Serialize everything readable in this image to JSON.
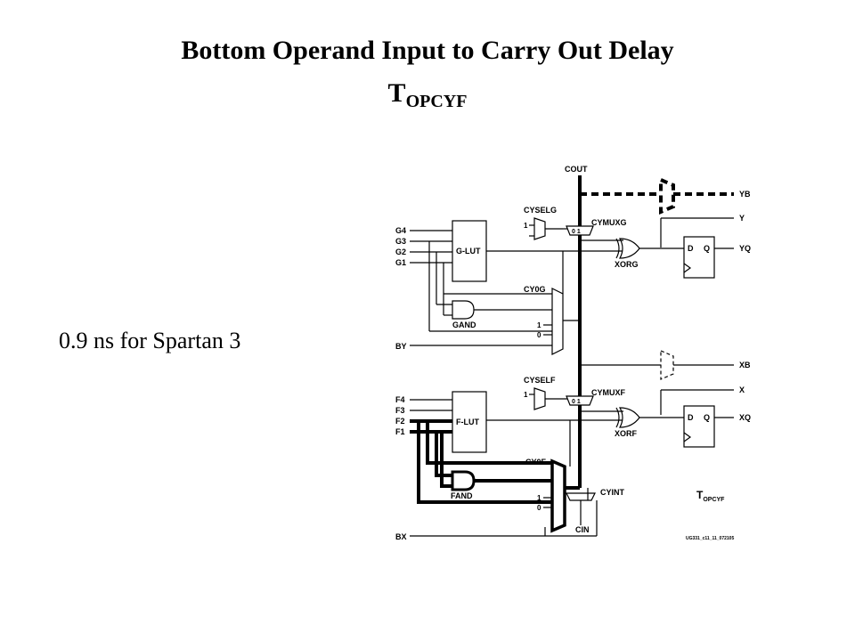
{
  "slide": {
    "title_line1": "Bottom Operand Input to Carry Out Delay",
    "title_line2_main": "T",
    "title_line2_sub": "OPCYF",
    "body": "0.9 ns for Spartan 3"
  },
  "diagram": {
    "cout": "COUT",
    "yb": "YB",
    "y": "Y",
    "yq": "YQ",
    "xb": "XB",
    "x": "X",
    "xq": "XQ",
    "g4": "G4",
    "g3": "G3",
    "g2": "G2",
    "g1": "G1",
    "f4": "F4",
    "f3": "F3",
    "f2": "F2",
    "f1": "F1",
    "by": "BY",
    "bx": "BX",
    "glut": "G-LUT",
    "flut": "F-LUT",
    "cyselg": "CYSELG",
    "cyself": "CYSELF",
    "cymuxg": "CYMUXG",
    "cymuxf": "CYMUXF",
    "xorg": "XORG",
    "xorf": "XORF",
    "cy0g": "CY0G",
    "cy0f": "CY0F",
    "gand": "GAND",
    "fand": "FAND",
    "cyint": "CYINT",
    "cin": "CIN",
    "d": "D",
    "q": "Q",
    "one": "1",
    "zero": "0",
    "mux01": "0 1",
    "tlabel_main": "T",
    "tlabel_sub": "OPCYF",
    "figure_id": "UG331_c11_11_072105"
  }
}
